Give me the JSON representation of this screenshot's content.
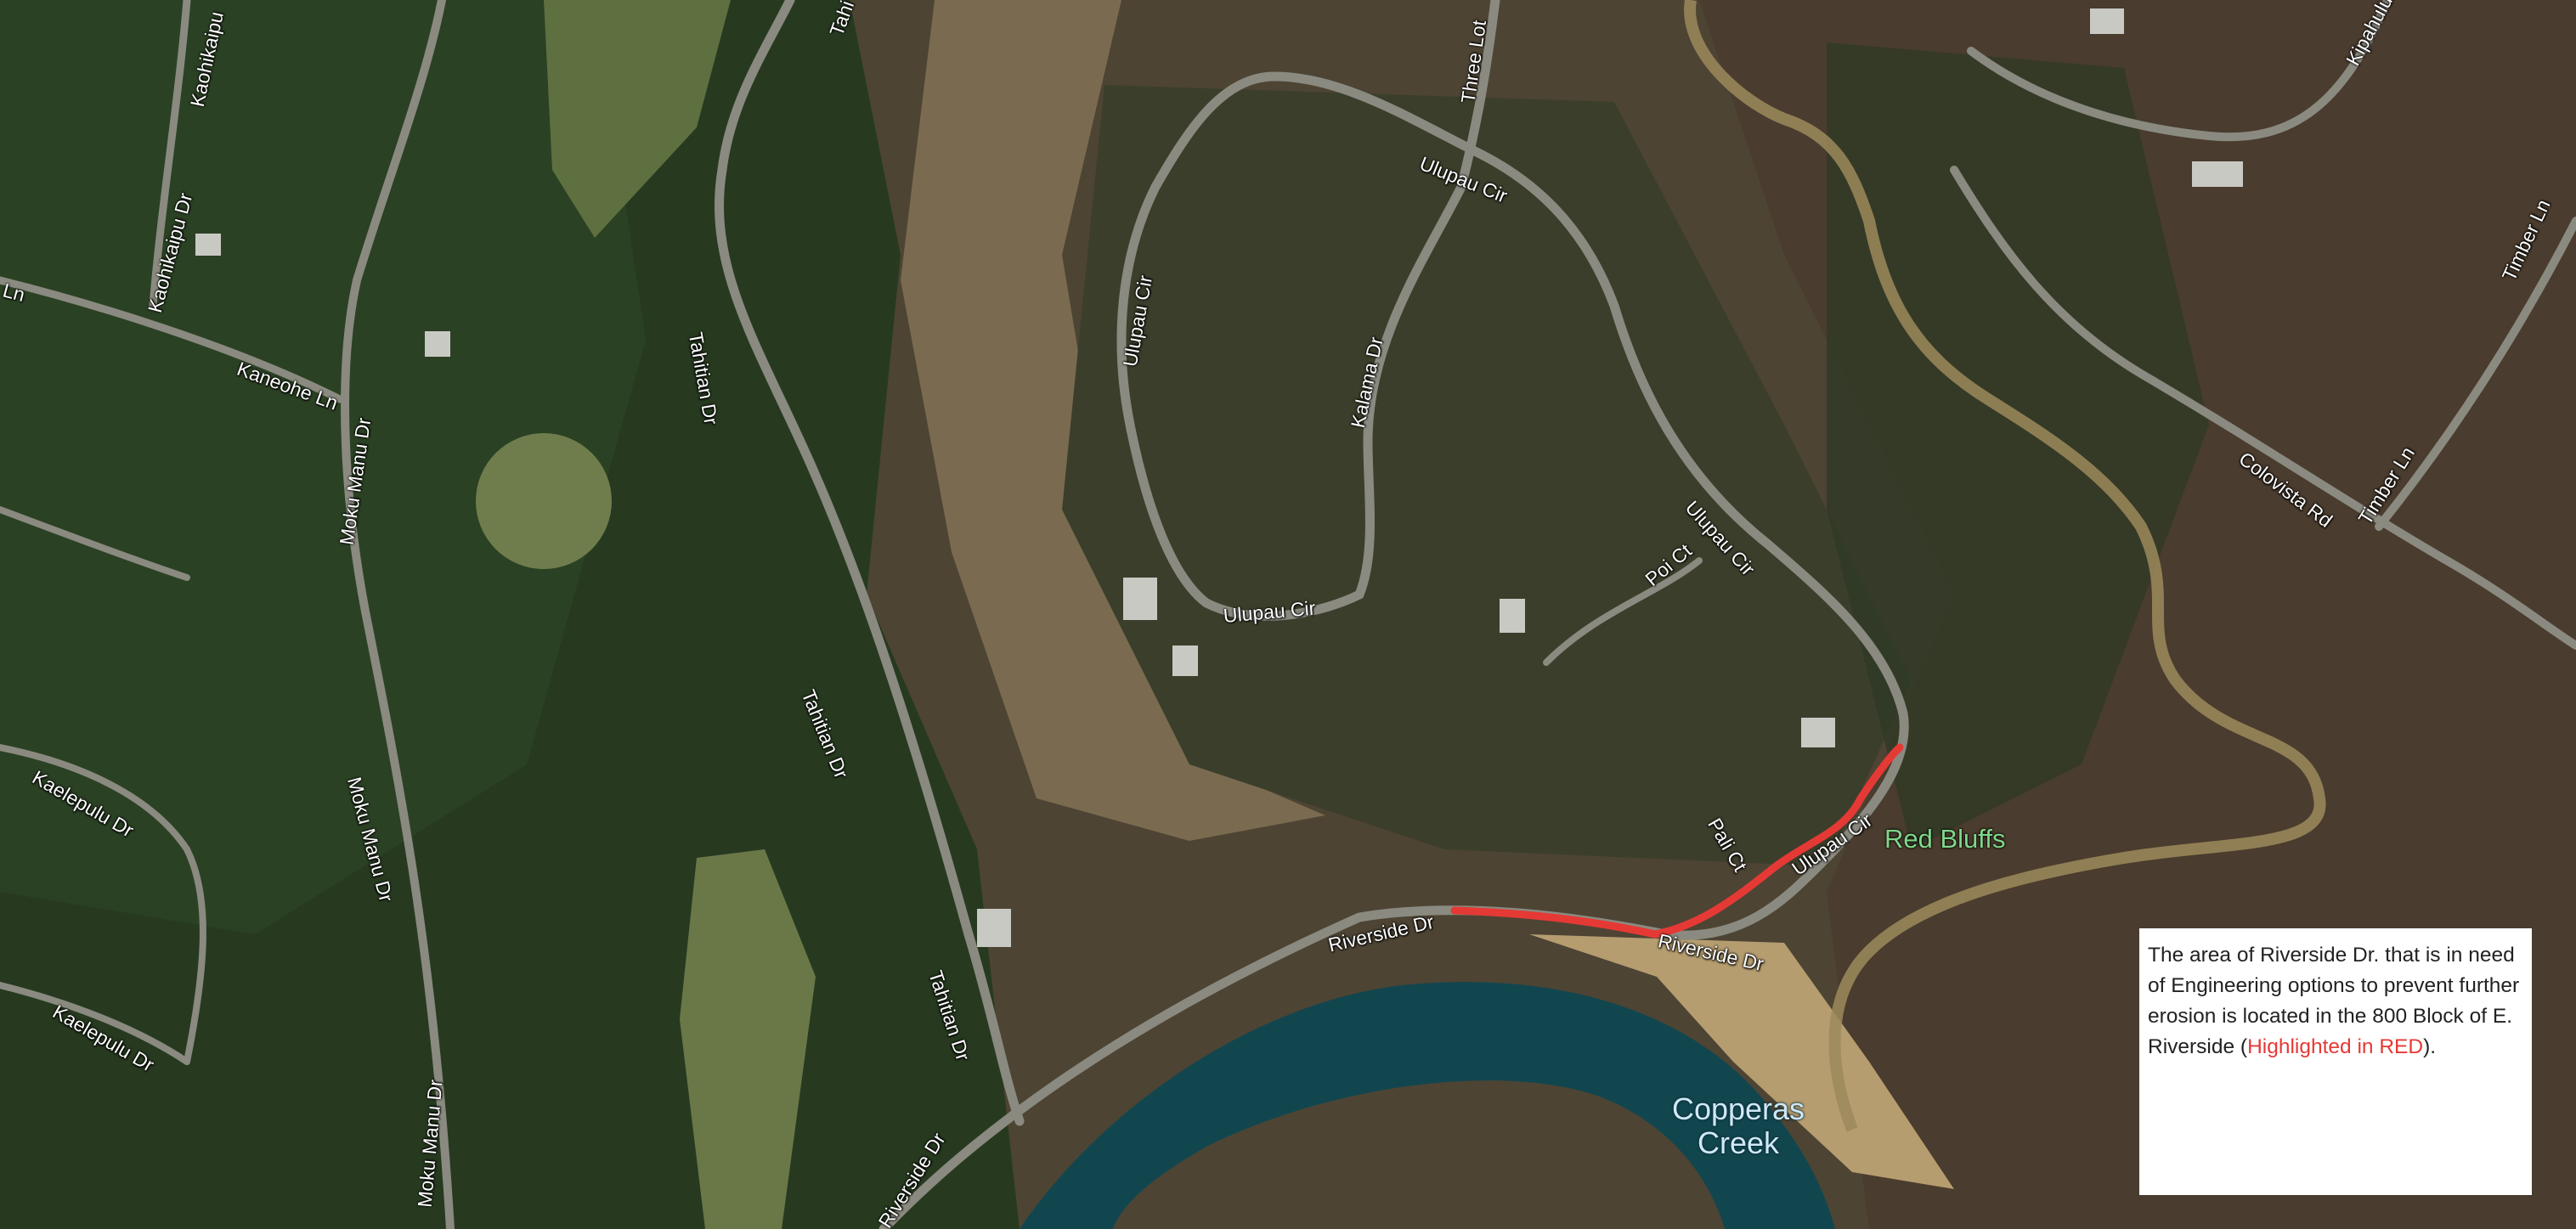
{
  "roads": {
    "tahitian_top": "Tahi",
    "kaohikaipu_top": "Kaohikaipu",
    "kaohikaipu_dr": "Kaohikaipu Dr",
    "ln_left": "Ln",
    "kaneohe_ln": "Kaneohe Ln",
    "moku_manu_1": "Moku Manu Dr",
    "moku_manu_2": "Moku Manu Dr",
    "moku_manu_3": "Moku Manu Dr",
    "kaelepulu_1": "Kaelepulu Dr",
    "kaelepulu_2": "Kaelepulu Dr",
    "tahitian_1": "Tahitian Dr",
    "tahitian_2": "Tahitian Dr",
    "tahitian_3": "Tahitian Dr",
    "riverside_1": "Riverside Dr",
    "riverside_2": "Riverside Dr",
    "riverside_3": "Riverside Dr",
    "ulupau_cir_1": "Ulupau Cir",
    "ulupau_cir_2": "Ulupau Cir",
    "ulupau_cir_3": "Ulupau Cir",
    "ulupau_cir_4": "Ulupau Cir",
    "ulupau_cir_5": "Ulupau Cir",
    "three_lot": "Three Lot",
    "kalama_dr": "Kalama Dr",
    "poi_ct": "Poi Ct",
    "pali_ct": "Pali Ct",
    "kipahulu": "Kipahulu",
    "timber_ln_1": "Timber Ln",
    "timber_ln_2": "Timber Ln",
    "colovista_rd": "Colovista Rd"
  },
  "places": {
    "red_bluffs": "Red Bluffs",
    "creek": "Copperas Creek"
  },
  "note": {
    "text": "The area of Riverside Dr. that is in need of Engineering options to prevent further erosion is located in the 800 Block of E. Riverside (",
    "highlight": "Highlighted in RED",
    "tail": ")."
  },
  "colors": {
    "highlight_red": "#e53935",
    "river": "#12464f",
    "road": "#8a8a80",
    "forest": "#2f4226",
    "bare_ground": "#5b4c38"
  }
}
